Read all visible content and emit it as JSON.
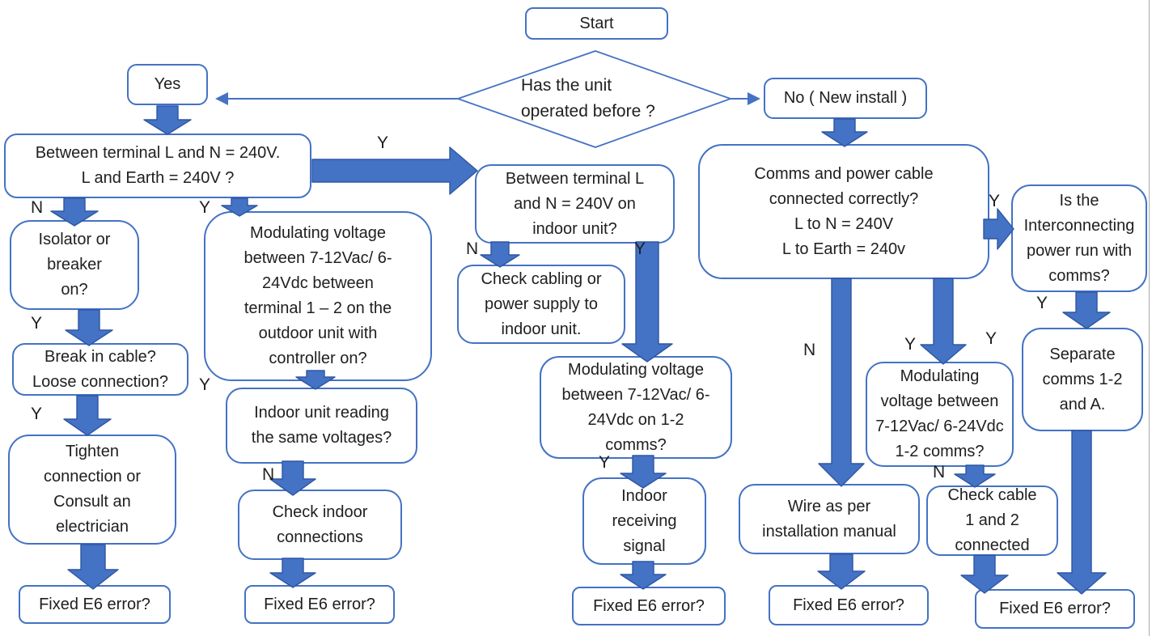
{
  "colors": {
    "shape_outline": "#4472C4",
    "arrow_fill": "#4472C4",
    "arrow_outline": "#2E56A3",
    "text": "#202020",
    "background": "#FFFFFF",
    "frame_line": "#ABABAB"
  },
  "nodes": {
    "start": {
      "text": "Start"
    },
    "has_operated": {
      "text": "Has the unit\noperated before ?"
    },
    "yes": {
      "text": "Yes"
    },
    "no_new_install": {
      "text": "No ( New install )"
    },
    "power_check": {
      "text": "Between terminal L and N = 240V.\nL and Earth = 240V ?"
    },
    "isolator_breaker": {
      "text": "Isolator or\nbreaker\non?"
    },
    "break_in_cable": {
      "text": "Break in cable?\nLoose connection?"
    },
    "tighten_connection": {
      "text": "Tighten\nconnection or\nConsult an\nelectrician"
    },
    "fixed_e6_left": {
      "text": "Fixed E6 error?"
    },
    "modulating_outdoor": {
      "text": "Modulating voltage\nbetween  7-12Vac/ 6-\n24Vdc between\nterminal 1 – 2 on the\noutdoor unit with\ncontroller on?"
    },
    "indoor_same_voltages": {
      "text": "Indoor unit reading\nthe same voltages?"
    },
    "check_indoor_connections": {
      "text": "Check indoor\nconnections"
    },
    "fixed_e6_col2": {
      "text": "Fixed E6 error?"
    },
    "indoor_power_check": {
      "text": "Between terminal  L\nand N = 240V on\nindoor unit?"
    },
    "check_cabling": {
      "text": "Check cabling or\npower supply to\nindoor unit."
    },
    "modulating_comms_mid": {
      "text": "Modulating voltage\nbetween 7-12Vac/ 6-\n24Vdc on 1-2\ncomms?"
    },
    "indoor_receiving": {
      "text": "Indoor\nreceiving\nsignal"
    },
    "fixed_e6_mid": {
      "text": "Fixed E6 error?"
    },
    "comms_power_check": {
      "text": "Comms and power cable\nconnected correctly?\nL to N = 240V\nL to Earth = 240v"
    },
    "interconnecting": {
      "text": "Is the\nInterconnecting\npower run with\ncomms?"
    },
    "separate_comms": {
      "text": "Separate\ncomms 1-2\nand A."
    },
    "modulating_comms_right": {
      "text": "Modulating\nvoltage between\n7-12Vac/ 6-24Vdc\n1-2 comms?"
    },
    "wire_as_per_manual": {
      "text": "Wire as per\ninstallation manual"
    },
    "check_cable_12": {
      "text": "Check cable\n1 and 2\nconnected"
    },
    "fixed_e6_col4": {
      "text": "Fixed E6 error?"
    },
    "fixed_e6_right": {
      "text": "Fixed E6 error?"
    }
  },
  "labels": {
    "power_n": "N",
    "power_y_small": "Y",
    "power_y_big": "Y",
    "isolator_y": "Y",
    "break_y": "Y",
    "modulating_outdoor_y": "Y",
    "indoor_same_n": "N",
    "indoor_check_n": "N",
    "indoor_check_y": "Y",
    "modulating_mid_y": "Y",
    "comms_right_y": "Y",
    "comms_n": "N",
    "comms_y_left": "Y",
    "comms_y_right": "Y",
    "interconnecting_y": "Y",
    "modulating_right_n": "N"
  }
}
